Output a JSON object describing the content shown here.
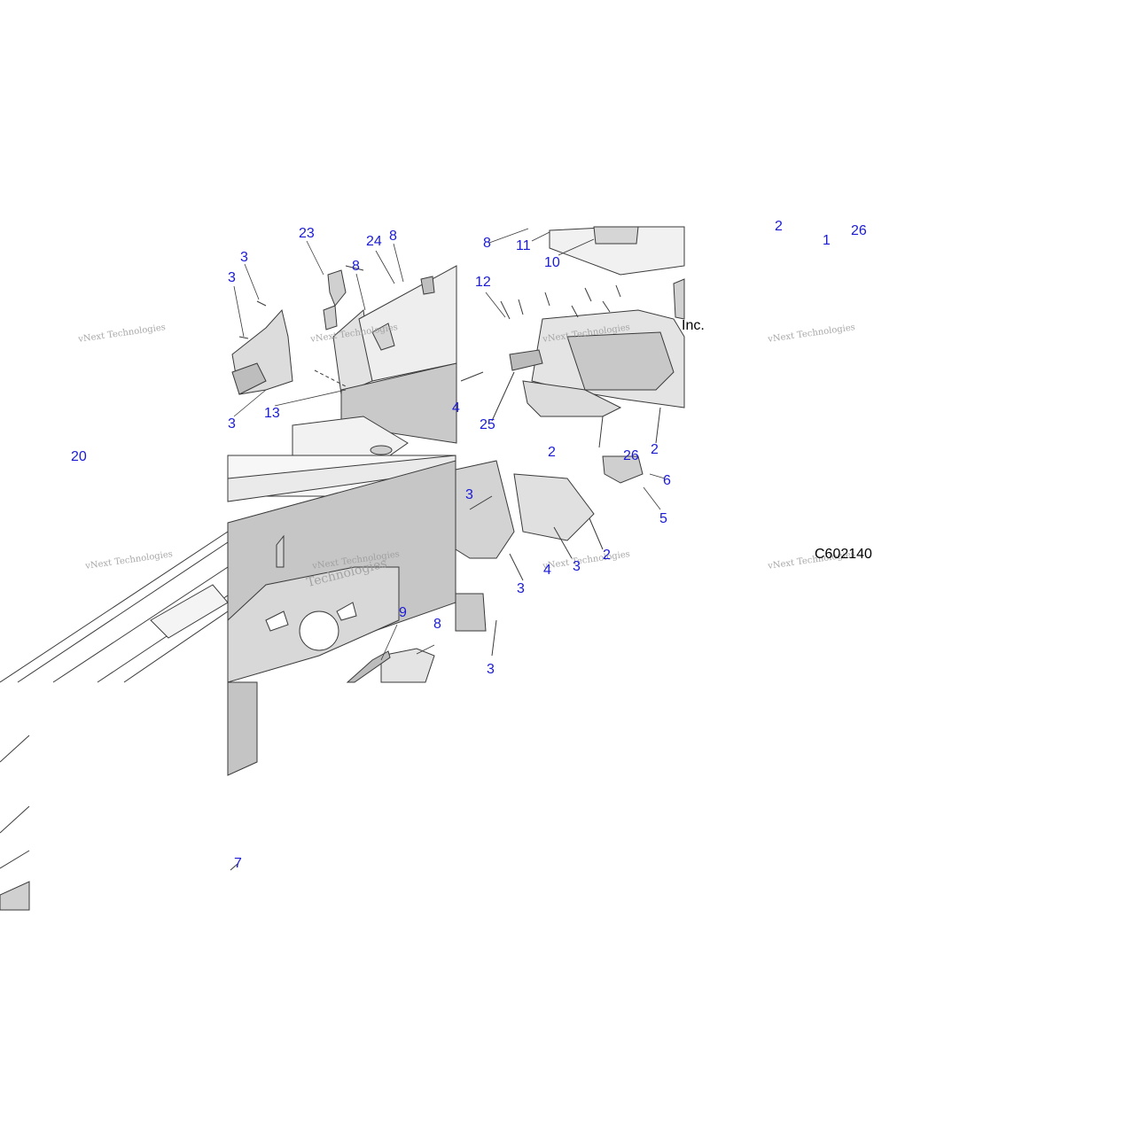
{
  "diagram": {
    "figure_code": "C602140",
    "corner_text": "Inc.",
    "watermark_text": "vNext Technologies",
    "watermark_text_large": "Technologies",
    "colors": {
      "callout": "#1a1ad6",
      "line": "#3a3a3a",
      "panel": "#c8c8c8",
      "part": "#d9d9d9"
    }
  },
  "callouts": [
    {
      "id": "c23",
      "text": "23"
    },
    {
      "id": "c24",
      "text": "24"
    },
    {
      "id": "c8a",
      "text": "8"
    },
    {
      "id": "c8b",
      "text": "8"
    },
    {
      "id": "c3a",
      "text": "3"
    },
    {
      "id": "c3b",
      "text": "3"
    },
    {
      "id": "c13",
      "text": "13"
    },
    {
      "id": "c3c",
      "text": "3"
    },
    {
      "id": "c8c",
      "text": "8"
    },
    {
      "id": "c11",
      "text": "11"
    },
    {
      "id": "c10",
      "text": "10"
    },
    {
      "id": "c12",
      "text": "12"
    },
    {
      "id": "c25",
      "text": "25"
    },
    {
      "id": "c4a",
      "text": "4"
    },
    {
      "id": "c2a",
      "text": "2"
    },
    {
      "id": "c2b",
      "text": "2"
    },
    {
      "id": "c26a",
      "text": "26"
    },
    {
      "id": "c6",
      "text": "6"
    },
    {
      "id": "c5",
      "text": "5"
    },
    {
      "id": "c3d",
      "text": "3"
    },
    {
      "id": "c2c",
      "text": "2"
    },
    {
      "id": "c3e",
      "text": "3"
    },
    {
      "id": "c4b",
      "text": "4"
    },
    {
      "id": "c3f",
      "text": "3"
    },
    {
      "id": "c9",
      "text": "9"
    },
    {
      "id": "c8d",
      "text": "8"
    },
    {
      "id": "c3g",
      "text": "3"
    },
    {
      "id": "c7",
      "text": "7"
    },
    {
      "id": "c1",
      "text": "1"
    },
    {
      "id": "c26b",
      "text": "26"
    },
    {
      "id": "c2d",
      "text": "2"
    },
    {
      "id": "c20",
      "text": "20"
    }
  ]
}
